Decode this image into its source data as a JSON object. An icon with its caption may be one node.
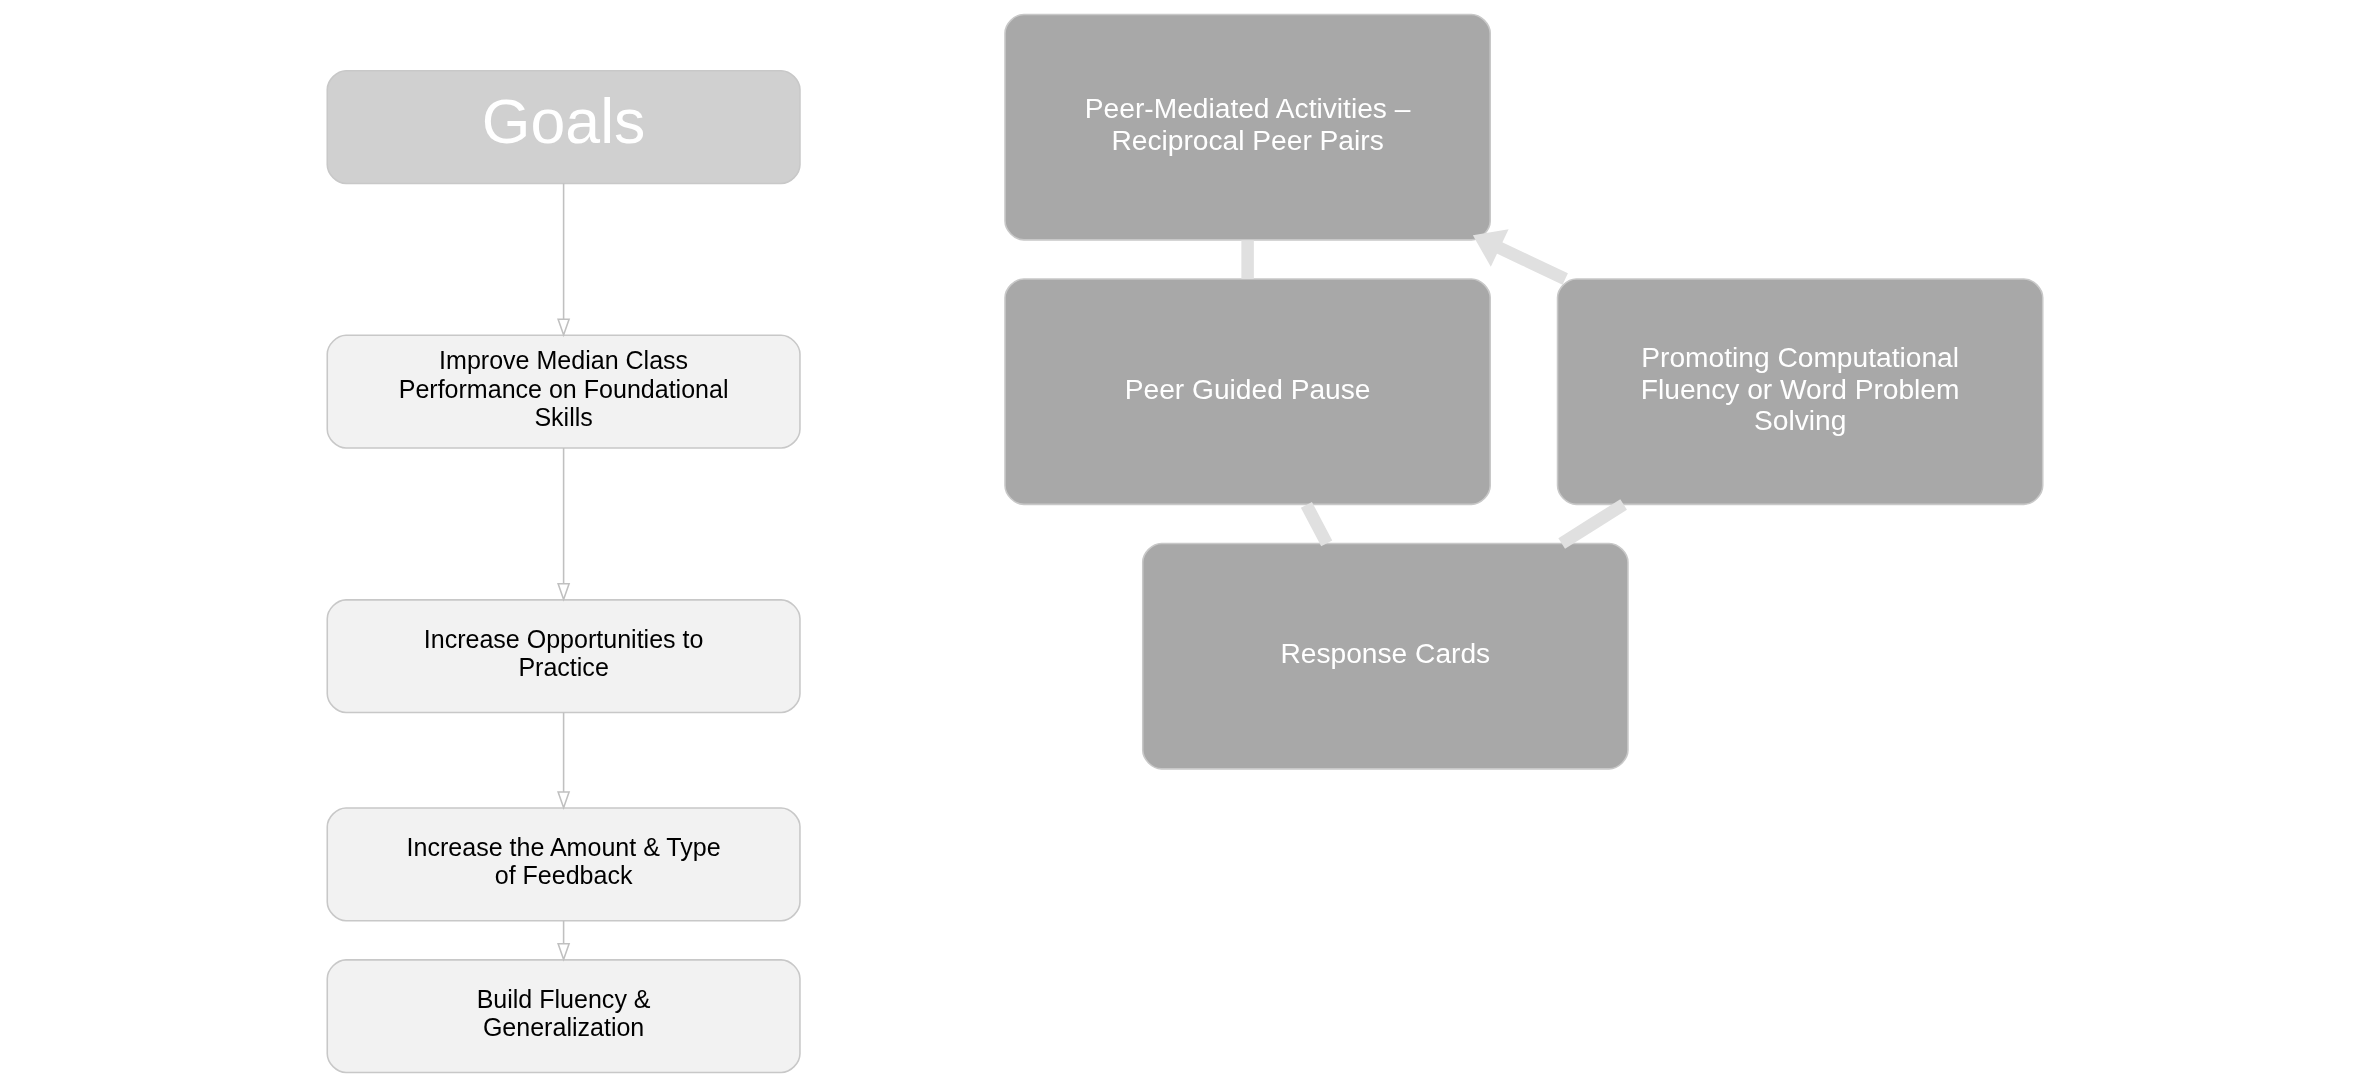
{
  "diagram": {
    "nodes": [
      {
        "text": [
          "Goals"
        ]
      },
      {
        "text": [
          "Improve Median Class Performance on Foundational Skills"
        ]
      },
      {
        "text": [
          "Increase Opportunities to Practice"
        ]
      },
      {
        "text": [
          "Increase the Amount & Type of Feedback"
        ]
      },
      {
        "text": [
          "Build Fluency & Generalization"
        ]
      },
      {
        "text": [
          "Peer-Mediated Activities – Reciprocal Peer Pairs"
        ]
      },
      {
        "text": [
          "Promoting Computational Fluency or Word Problem Solving"
        ]
      },
      {
        "text": [
          "Peer Guided Pause"
        ]
      },
      {
        "text": [
          "Response Cards"
        ]
      }
    ],
    "edges": [
      {
        "from": 0,
        "to": 1,
        "arrow": "to"
      },
      {
        "from": 1,
        "to": 2,
        "arrow": "to"
      },
      {
        "from": 2,
        "to": 3,
        "arrow": "to"
      },
      {
        "from": 3,
        "to": 4,
        "arrow": "to"
      },
      {
        "from": 5,
        "to": 7,
        "arrow": "none",
        "style": "thick"
      },
      {
        "from": 7,
        "to": 8,
        "arrow": "none",
        "style": "thick"
      },
      {
        "from": 8,
        "to": 6,
        "arrow": "none",
        "style": "thick"
      },
      {
        "from": 6,
        "to": 5,
        "arrow": "to",
        "style": "thick"
      }
    ]
  }
}
